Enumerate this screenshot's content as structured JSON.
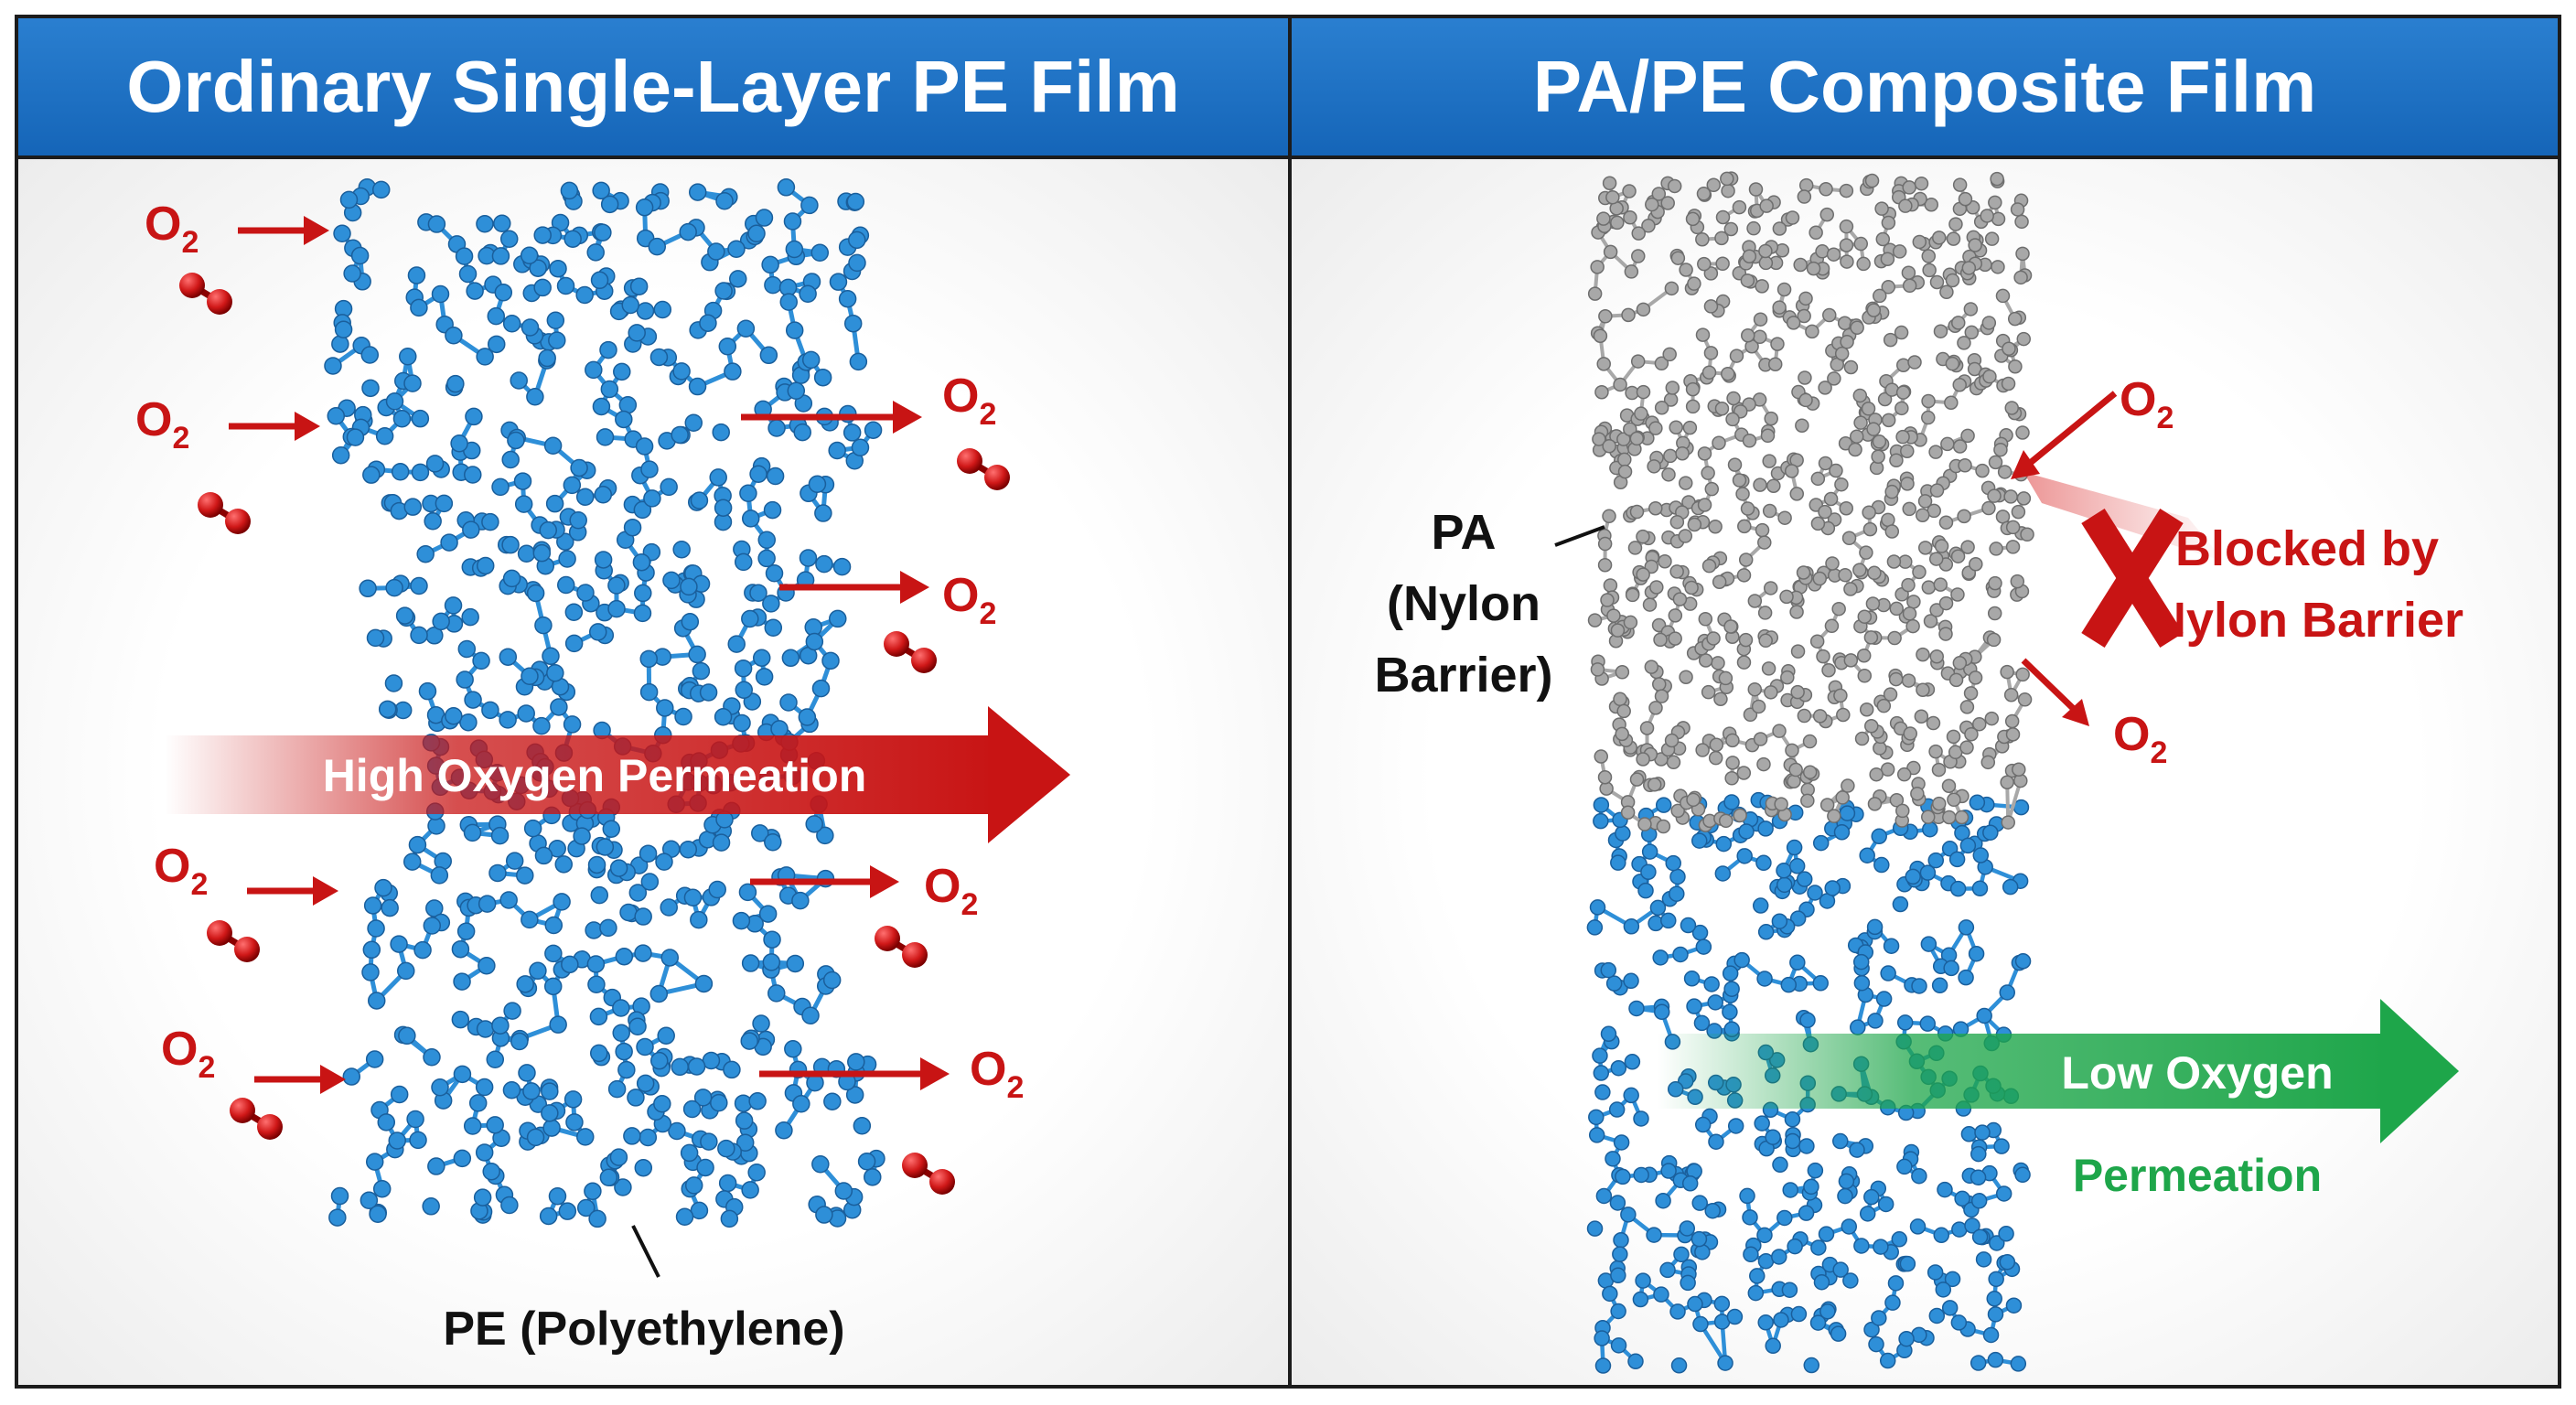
{
  "left_panel": {
    "title": "Ordinary Single-Layer PE Film",
    "molecule_label": "O",
    "molecule_subscript": "2",
    "arrow_label": "High Oxygen Permeation",
    "film_label": "PE (Polyethylene)"
  },
  "right_panel": {
    "title": "PA/PE Composite Film",
    "barrier_label_lines": [
      "PA",
      "(Nylon",
      "Barrier)"
    ],
    "blocked_label_lines": [
      "Blocked by",
      "Nylon Barrier"
    ],
    "molecule_label": "O",
    "molecule_subscript": "2",
    "low_arrow_label_line1": "Low Oxygen",
    "low_arrow_label_line2": "Permeation"
  },
  "colors": {
    "header_blue": "#1e73c6",
    "pe_blue": "#2e8fd8",
    "pa_gray": "#a8a8a8",
    "oxygen_red": "#c81414",
    "low_green": "#1ea64a",
    "text_dark": "#111111"
  },
  "icons": [
    "oxygen-molecule-icon",
    "arrow-right-icon",
    "blocked-x-icon"
  ]
}
